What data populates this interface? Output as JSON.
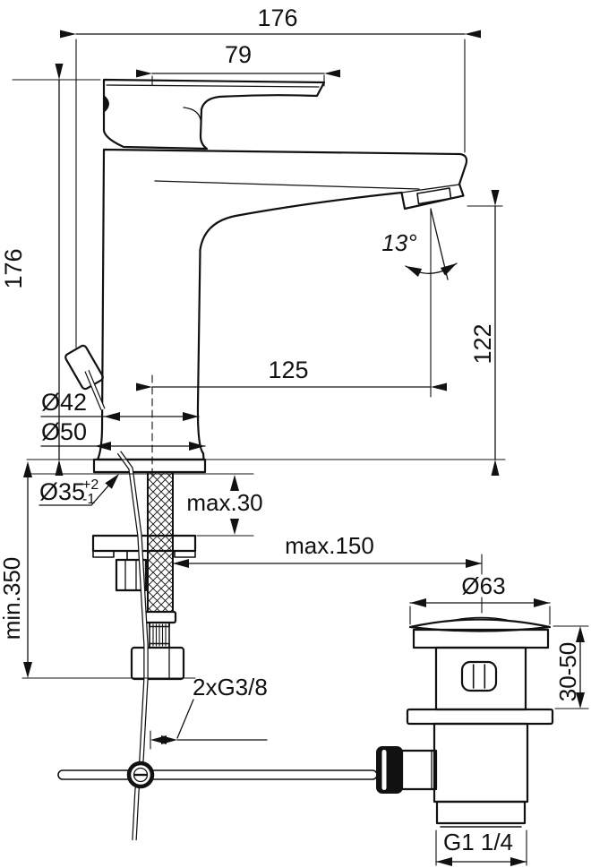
{
  "colors": {
    "background": "#ffffff",
    "ink": "#111111"
  },
  "drawing": {
    "type": "technical-dimension-drawing",
    "subject": "single-lever basin mixer tap with pop-up waste",
    "dimensions": {
      "overall_width": "176",
      "lever_length": "79",
      "overall_height": "176",
      "spout_angle": "13°",
      "outlet_height": "122",
      "spout_reach": "125",
      "body_diameter": "Ø42",
      "base_diameter": "Ø50",
      "hole_diameter": "Ø35",
      "hole_tol_plus": "+2",
      "hole_tol_minus": "-1",
      "deck_thickness": "max.30",
      "waste_offset": "max.150",
      "hose_length": "min.350",
      "waste_cap_diameter": "Ø63",
      "waste_height_range": "30-50",
      "supply_connection": "2xG3/8",
      "waste_thread": "G1 1/4"
    }
  }
}
